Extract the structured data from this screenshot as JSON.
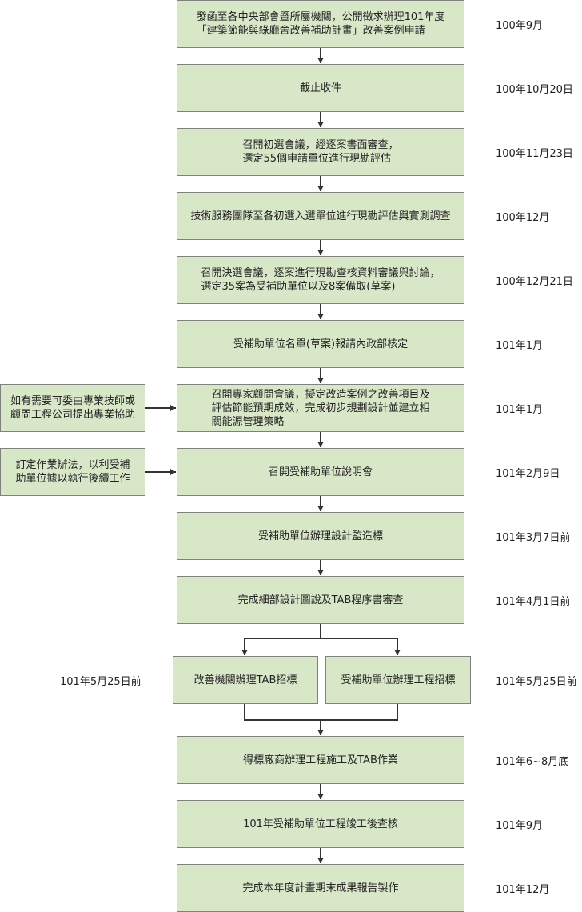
{
  "steps": [
    {
      "text": "發函至各中央部會暨所屬機關，公開徵求辦理101年度\n「建築節能與綠廳舍改善補助計畫」改善案例申請",
      "date": "100年9月"
    },
    {
      "text": "截止收件",
      "date": "100年10月20日"
    },
    {
      "text": "召開初選會議，經逐案書面審查，\n選定55個申請單位進行現勘評估",
      "date": "100年11月23日"
    },
    {
      "text": "技術服務團隊至各初選入選單位進行現勘評估與實測調查",
      "date": "100年12月"
    },
    {
      "text": "召開決選會議，逐案進行現勘查核資料審議與討論，\n選定35案為受補助單位以及8案備取(草案)",
      "date": "100年12月21日"
    },
    {
      "text": "受補助單位名單(草案)報請內政部核定",
      "date": "101年1月"
    },
    {
      "text": "召開專家顧問會議，擬定改造案例之改善項目及\n評估節能預期成效，完成初步規劃設計並建立相\n關能源管理策略",
      "date": "101年1月"
    },
    {
      "text": "召開受補助單位說明會",
      "date": "101年2月9日"
    },
    {
      "text": "受補助單位辦理設計監造標",
      "date": "101年3月7日前"
    },
    {
      "text": "完成細部設計圖說及TAB程序書審查",
      "date": "101年4月1日前"
    }
  ],
  "split": [
    {
      "text": "改善機關辦理TAB招標",
      "date": "101年5月25日前"
    },
    {
      "text": "受補助單位辦理工程招標",
      "date": "101年5月25日前"
    }
  ],
  "final_steps": [
    {
      "text": "得標廠商辦理工程施工及TAB作業",
      "date": "101年6~8月底"
    },
    {
      "text": "101年受補助單位工程竣工後查核",
      "date": "101年9月"
    },
    {
      "text": "完成本年度計畫期末成果報告製作",
      "date": "101年12月"
    }
  ],
  "side_notes": [
    {
      "text": "如有需要可委由專業技師或\n顧問工程公司提出專業協助"
    },
    {
      "text": "訂定作業辦法，以利受補\n助單位據以執行後續工作"
    }
  ]
}
